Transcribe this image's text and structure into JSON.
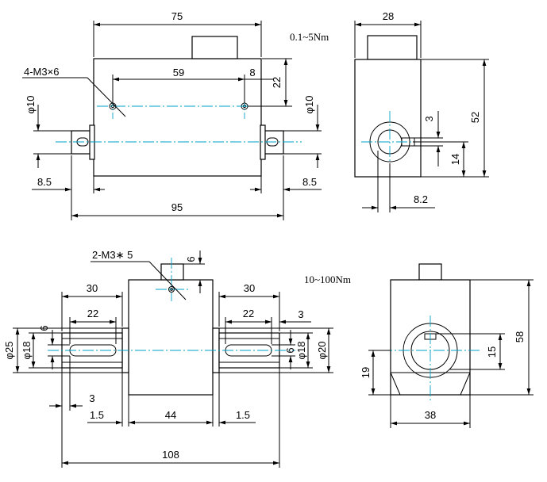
{
  "ranges": {
    "small": "0.1~5Nm",
    "large": "10~100Nm"
  },
  "small_front": {
    "top_width": "75",
    "hole_spacing": "59",
    "hole_offset": "8",
    "hole_height": "22",
    "hole_callout": "4-M3×6",
    "shaft_dia_left": "φ10",
    "shaft_dia_right": "φ10",
    "shaft_len_left": "8.5",
    "shaft_len_right": "8.5",
    "overall": "95"
  },
  "small_side": {
    "width": "28",
    "height": "52",
    "key": "3",
    "shaft_height": "14",
    "offset": "8.2"
  },
  "large_front": {
    "hole_callout": "2-M3∗ 5",
    "connector": "6",
    "shaft_len_left": "30",
    "shaft_len_right": "30",
    "key_len_left": "22",
    "key_len_right": "22",
    "key_w_left": "6",
    "key_w_right": "6",
    "key_end_right": "3",
    "dia_outer_left": "φ25",
    "dia_shaft_left": "φ18",
    "dia_shaft_right": "φ18",
    "dia_outer_right": "φ20",
    "key_end_left": "3",
    "gap_left": "1.5",
    "body_width": "44",
    "gap_right": "1.5",
    "overall": "108"
  },
  "large_side": {
    "height": "58",
    "shaft_height": "19",
    "bore": "15",
    "width": "38"
  }
}
